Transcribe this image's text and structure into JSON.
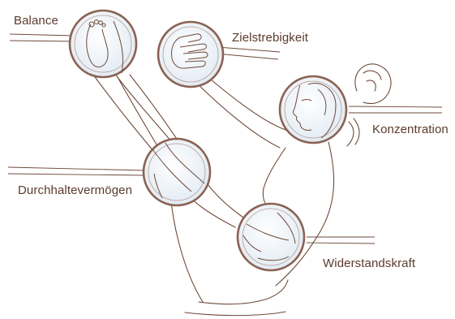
{
  "colors": {
    "line": "#6e4a3a",
    "text": "#5b3a2c",
    "lens_fill": "#e8f0f7",
    "lens_ring": "#8a6252"
  },
  "labels": {
    "balance": "Balance",
    "zielstrebigkeit": "Zielstrebigkeit",
    "konzentration": "Konzentration",
    "durchhaltevermoegen": "Durchhaltevermögen",
    "widerstandskraft": "Widerstandskraft"
  },
  "lenses": [
    {
      "key": "balance",
      "depicts": "foot-icon"
    },
    {
      "key": "zielstrebigkeit",
      "depicts": "hand-icon"
    },
    {
      "key": "konzentration",
      "depicts": "face-icon"
    },
    {
      "key": "durchhaltevermoegen",
      "depicts": "leg-icon"
    },
    {
      "key": "widerstandskraft",
      "depicts": "core-icon"
    }
  ]
}
